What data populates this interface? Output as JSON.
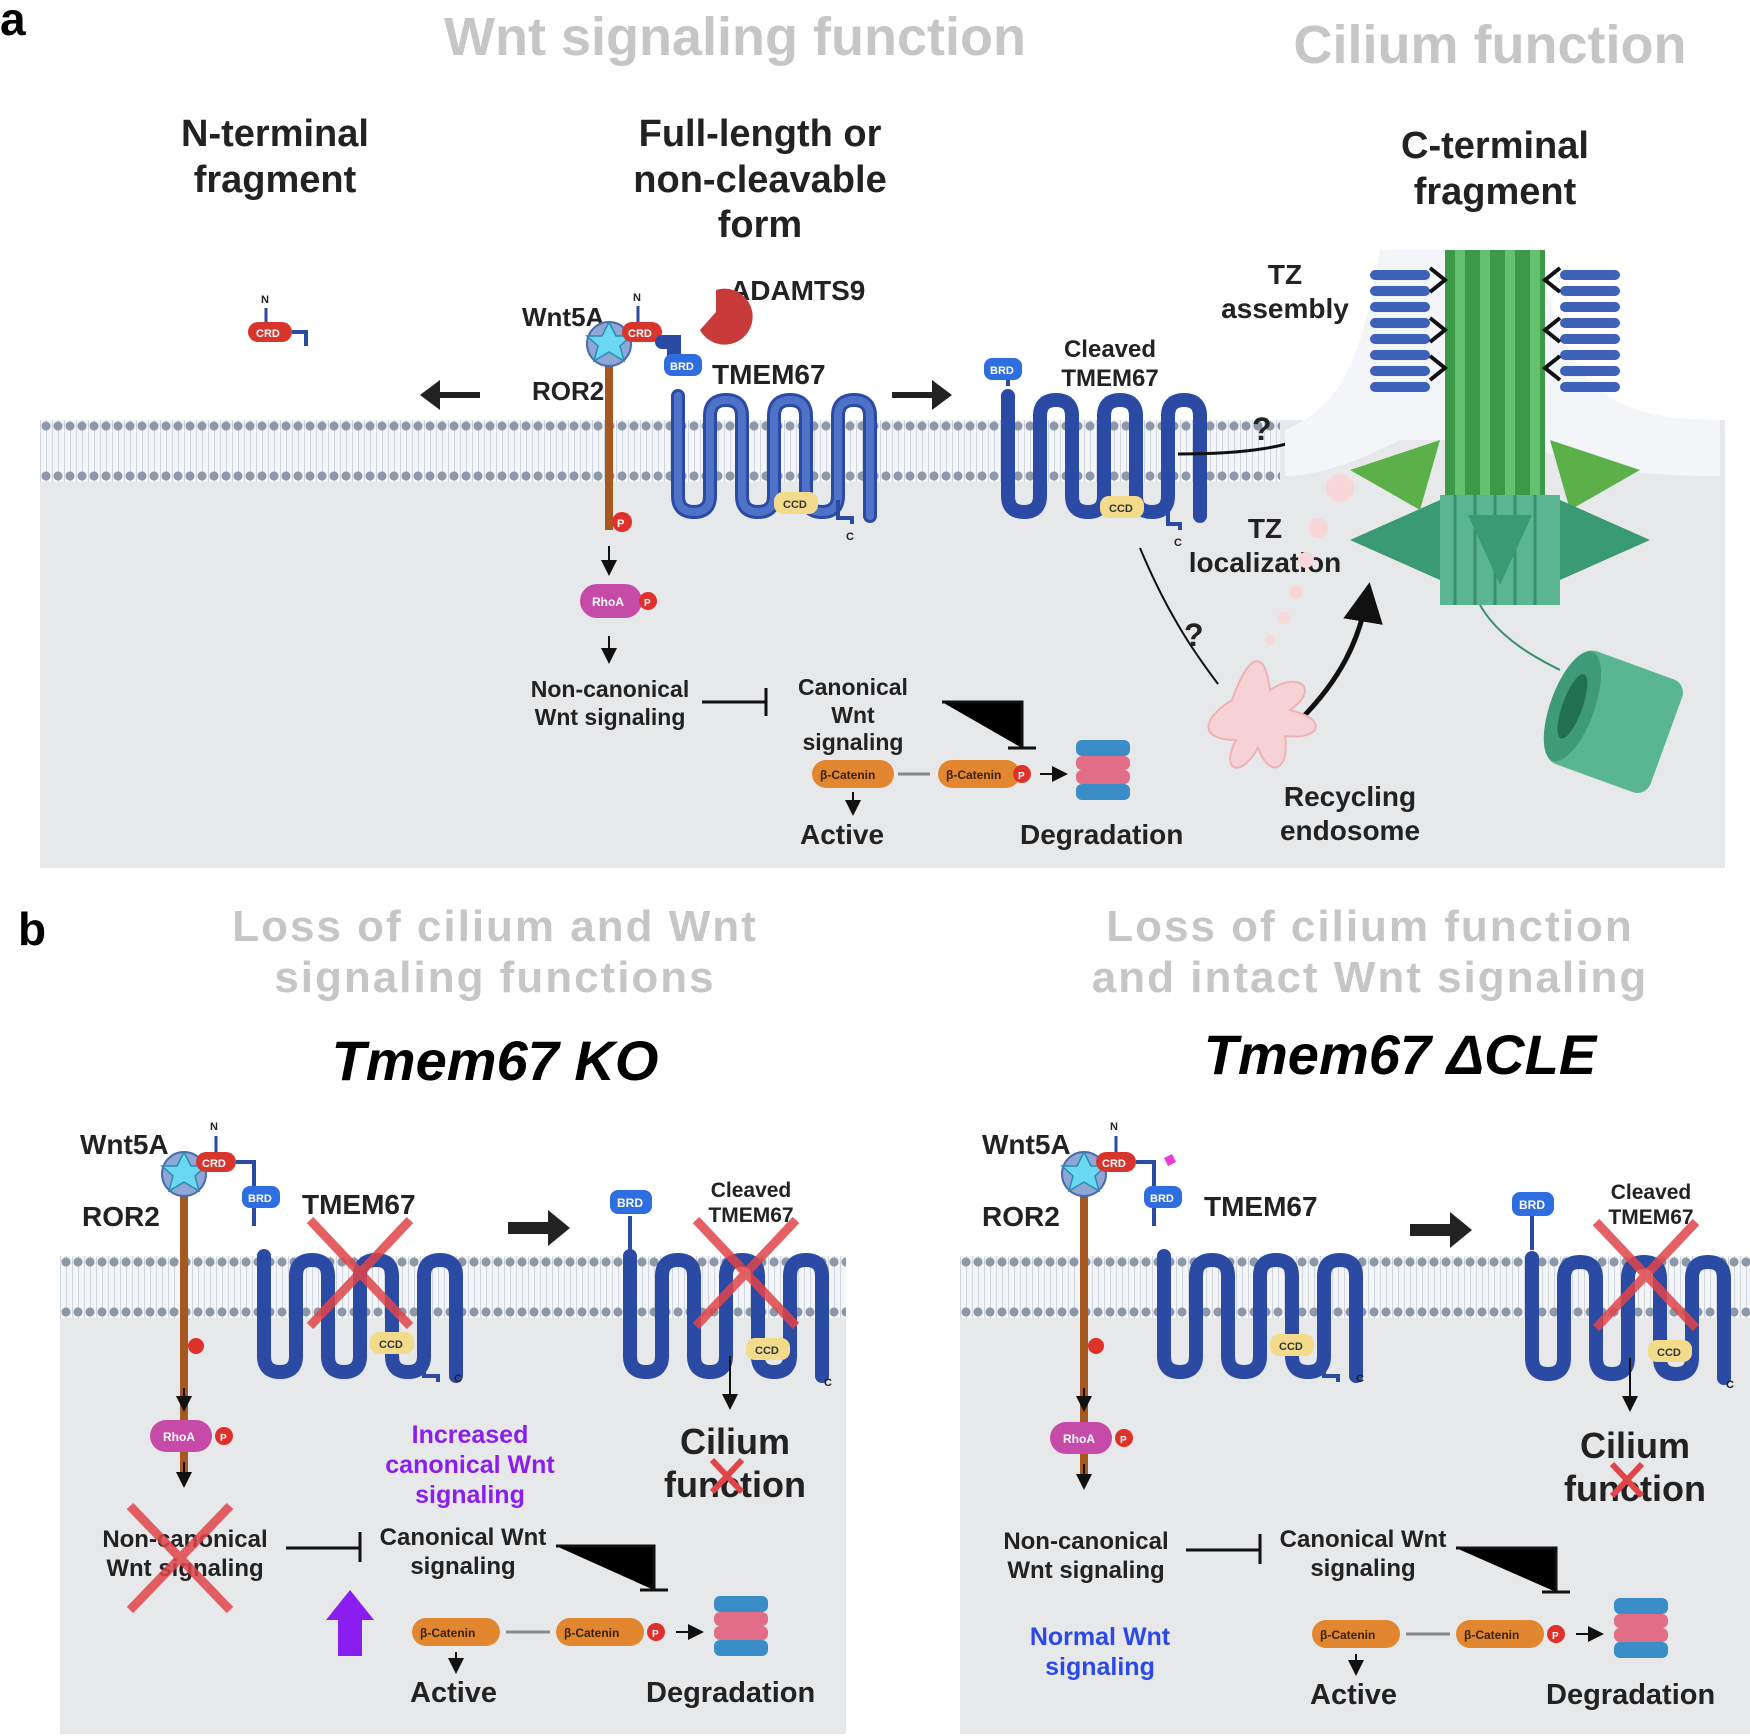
{
  "panel_a": {
    "letter": "a",
    "title_wnt": "Wnt signaling function",
    "title_cilium": "Cilium function",
    "n_terminal": "N-terminal fragment",
    "full_length": "Full-length or non-cleavable form",
    "c_terminal": "C-terminal fragment",
    "adamts9": "ADAMTS9",
    "wnt5a": "Wnt5A",
    "ror2": "ROR2",
    "tmem67": "TMEM67",
    "cleaved_tmem67": "Cleaved TMEM67",
    "tz_assembly": "TZ assembly",
    "tz_localization": "TZ localization",
    "recycling_endosome": "Recycling endosome",
    "rhoa": "RhoA",
    "non_canonical": "Non-canonical Wnt signaling",
    "canonical": "Canonical Wnt signaling",
    "beta_catenin": "β-Catenin",
    "active": "Active",
    "degradation": "Degradation",
    "question": "?",
    "labels": {
      "crd": "CRD",
      "brd": "BRD",
      "ccd": "CCD",
      "n": "N",
      "c": "C",
      "p": "P"
    }
  },
  "panel_b": {
    "letter": "b",
    "left_title": "Loss of cilium and Wnt signaling functions",
    "right_title": "Loss of cilium function and intact Wnt signaling",
    "left_genotype": "Tmem67 KO",
    "right_genotype": "Tmem67 ΔCLE",
    "increased": "Increased canonical Wnt signaling",
    "normal": "Normal Wnt signaling",
    "cilium_function": "Cilium function",
    "wnt5a": "Wnt5A",
    "ror2": "ROR2",
    "tmem67": "TMEM67",
    "cleaved_tmem67": "Cleaved TMEM67",
    "rhoa": "RhoA",
    "non_canonical": "Non-canonical Wnt signaling",
    "canonical": "Canonical Wnt signaling",
    "beta_catenin": "β-Catenin",
    "active": "Active",
    "degradation": "Degradation"
  },
  "colors": {
    "increased": "#8a1df0",
    "normal": "#2b49e8",
    "cross": "#e0454a",
    "title_gray": "#c6c6c6"
  }
}
